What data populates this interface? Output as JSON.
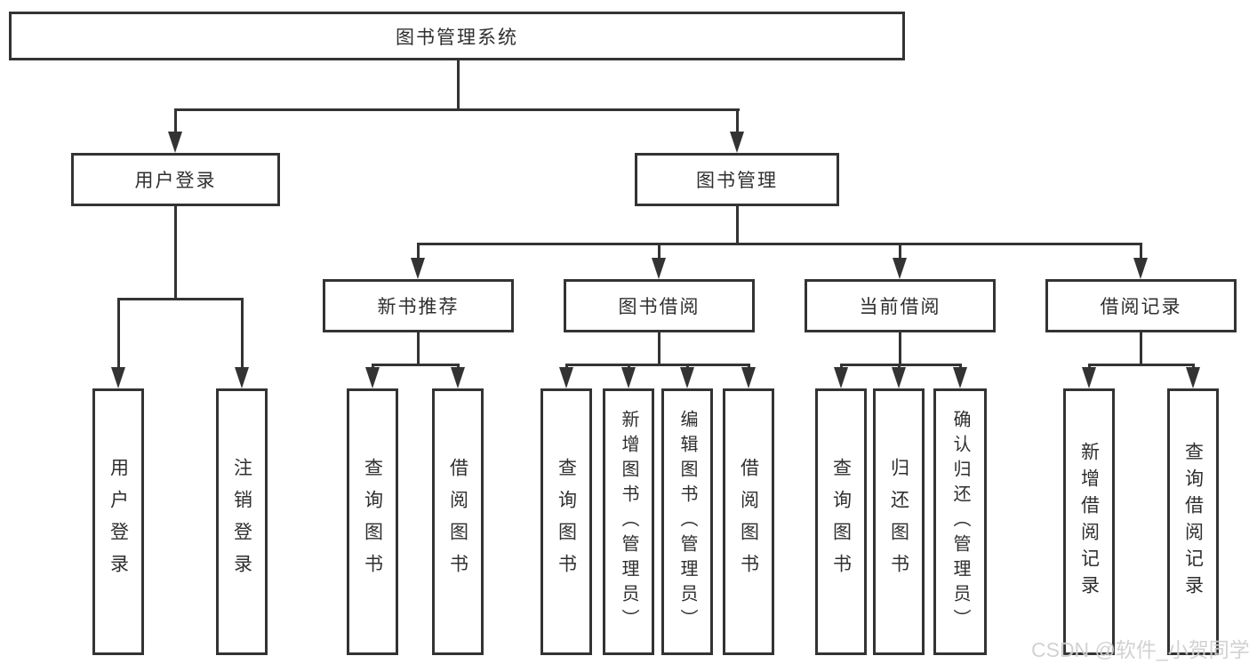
{
  "root": {
    "label": "图书管理系统"
  },
  "nodes": {
    "user_login": {
      "label": "用户登录"
    },
    "book_mgmt": {
      "label": "图书管理"
    },
    "new_book_rec": {
      "label": "新书推荐"
    },
    "book_borrow": {
      "label": "图书借阅"
    },
    "current_borrow": {
      "label": "当前借阅"
    },
    "borrow_records": {
      "label": "借阅记录"
    }
  },
  "leaves": {
    "user_login": [
      "用户登录",
      "注销登录"
    ],
    "new_book_rec": [
      "查询图书",
      "借阅图书"
    ],
    "book_borrow": [
      "查询图书",
      "新增图书（管理员）",
      "编辑图书（管理员）",
      "借阅图书"
    ],
    "current_borrow": [
      "查询图书",
      "归还图书",
      "确认归还（管理员）"
    ],
    "borrow_records": [
      "新增借阅记录",
      "查询借阅记录"
    ]
  },
  "watermark": "CSDN @软件_小贺同学",
  "colors": {
    "line": "#333333",
    "text": "#2f2f2f",
    "background": "#ffffff",
    "watermark": "#cfcfcf"
  }
}
